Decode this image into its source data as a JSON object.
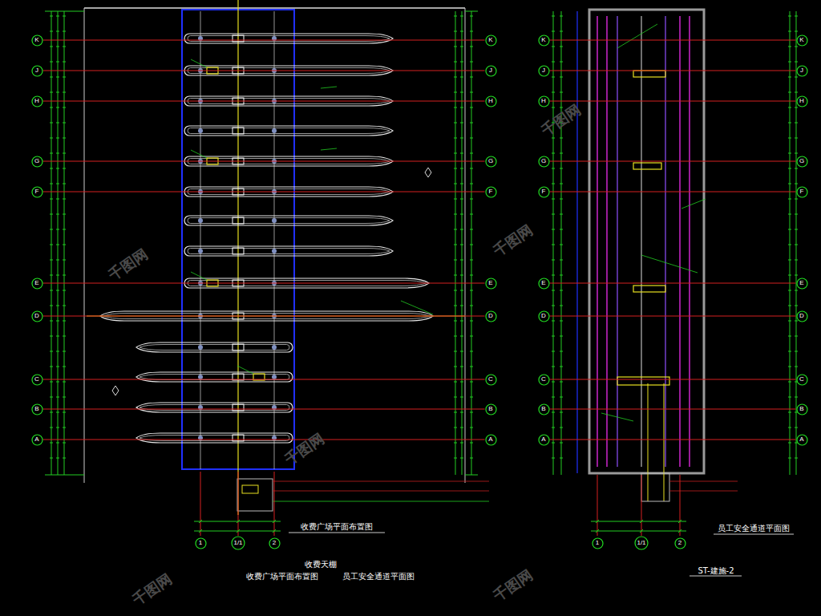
{
  "diagram": {
    "nodes": [
      {
        "text": [
          "K"
        ]
      },
      {
        "text": [
          "K"
        ]
      },
      {
        "text": [
          "J"
        ]
      },
      {
        "text": [
          "J"
        ]
      },
      {
        "text": [
          "H"
        ]
      },
      {
        "text": [
          "H"
        ]
      },
      {
        "text": [
          "G"
        ]
      },
      {
        "text": [
          "G"
        ]
      },
      {
        "text": [
          "F"
        ]
      },
      {
        "text": [
          "F"
        ]
      },
      {
        "text": [
          "E"
        ]
      },
      {
        "text": [
          "E"
        ]
      },
      {
        "text": [
          "D"
        ]
      },
      {
        "text": [
          "D"
        ]
      },
      {
        "text": [
          "C"
        ]
      },
      {
        "text": [
          "C"
        ]
      },
      {
        "text": [
          "B"
        ]
      },
      {
        "text": [
          "B"
        ]
      },
      {
        "text": [
          "A"
        ]
      },
      {
        "text": [
          "A"
        ]
      },
      {
        "text": [
          "K"
        ]
      },
      {
        "text": [
          "K"
        ]
      },
      {
        "text": [
          "J"
        ]
      },
      {
        "text": [
          "J"
        ]
      },
      {
        "text": [
          "H"
        ]
      },
      {
        "text": [
          "H"
        ]
      },
      {
        "text": [
          "G"
        ]
      },
      {
        "text": [
          "G"
        ]
      },
      {
        "text": [
          "F"
        ]
      },
      {
        "text": [
          "F"
        ]
      },
      {
        "text": [
          "E"
        ]
      },
      {
        "text": [
          "E"
        ]
      },
      {
        "text": [
          "D"
        ]
      },
      {
        "text": [
          "D"
        ]
      },
      {
        "text": [
          "C"
        ]
      },
      {
        "text": [
          "C"
        ]
      },
      {
        "text": [
          "B"
        ]
      },
      {
        "text": [
          "B"
        ]
      },
      {
        "text": [
          "A"
        ]
      },
      {
        "text": [
          "A"
        ]
      },
      {
        "text": [
          "1"
        ]
      },
      {
        "text": [
          "1/1"
        ]
      },
      {
        "text": [
          "2"
        ]
      },
      {
        "text": [
          "1"
        ]
      },
      {
        "text": [
          "1/1"
        ]
      },
      {
        "text": [
          "2"
        ]
      }
    ],
    "edges": [
      {
        "from": 0,
        "to": 1,
        "arrow": "none"
      },
      {
        "from": 2,
        "to": 3,
        "arrow": "none"
      },
      {
        "from": 4,
        "to": 5,
        "arrow": "none"
      },
      {
        "from": 6,
        "to": 7,
        "arrow": "none"
      },
      {
        "from": 8,
        "to": 9,
        "arrow": "none"
      },
      {
        "from": 10,
        "to": 11,
        "arrow": "none"
      },
      {
        "from": 12,
        "to": 13,
        "arrow": "none"
      },
      {
        "from": 14,
        "to": 15,
        "arrow": "none"
      },
      {
        "from": 16,
        "to": 17,
        "arrow": "none"
      },
      {
        "from": 18,
        "to": 19,
        "arrow": "none"
      },
      {
        "from": 20,
        "to": 21,
        "arrow": "none"
      },
      {
        "from": 22,
        "to": 23,
        "arrow": "none"
      },
      {
        "from": 24,
        "to": 25,
        "arrow": "none"
      },
      {
        "from": 26,
        "to": 27,
        "arrow": "none"
      },
      {
        "from": 28,
        "to": 29,
        "arrow": "none"
      },
      {
        "from": 30,
        "to": 31,
        "arrow": "none"
      },
      {
        "from": 32,
        "to": 33,
        "arrow": "none"
      },
      {
        "from": 34,
        "to": 35,
        "arrow": "none"
      },
      {
        "from": 36,
        "to": 37,
        "arrow": "none"
      },
      {
        "from": 38,
        "to": 39,
        "arrow": "none"
      }
    ],
    "labels": [
      "收费广场平面布置图",
      "员工安全通道平面图",
      "收费天棚",
      "收费广场平面布置图",
      "员工安全通道平面图",
      "ST-建施-2",
      "千图网",
      "千图网",
      "千图网",
      "千图网",
      "千图网",
      "千图网"
    ]
  }
}
